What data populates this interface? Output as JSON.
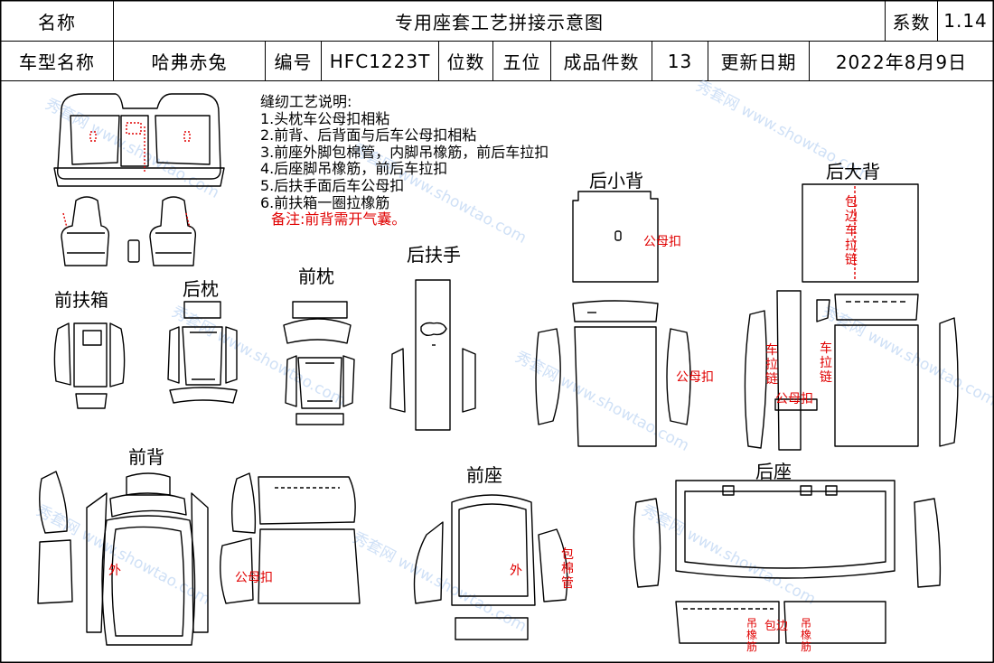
{
  "header": {
    "name_label": "名称",
    "title": "专用座套工艺拼接示意图",
    "coef_label": "系数",
    "coef_value": "1.14",
    "model_label": "车型名称",
    "model_value": "哈弗赤兔",
    "code_label": "编号",
    "code_value": "HFC1223T",
    "seats_label": "位数",
    "seats_value": "五位",
    "pieces_label": "成品件数",
    "pieces_value": "13",
    "date_label": "更新日期",
    "date_value": "2022年8月9日"
  },
  "notes": {
    "heading": "缝纫工艺说明:",
    "items": [
      "1.头枕车公母扣相粘",
      "2.前背、后背面与后车公母扣相粘",
      "3.前座外脚包棉管，内脚吊橡筋，前后车拉扣",
      "4.后座脚吊橡筋，前后车拉扣",
      "5.后扶手面后车公母扣",
      "6.前扶箱一圈拉橡筋"
    ],
    "remark": "备注:前背需开气囊。"
  },
  "sections": {
    "front_armbox": "前扶箱",
    "rear_headrest": "后枕",
    "front_headrest": "前枕",
    "rear_armrest": "后扶手",
    "rear_small_back": "后小背",
    "rear_big_back": "后大背",
    "front_back": "前背",
    "front_seat": "前座",
    "rear_seat": "后座"
  },
  "annotations": {
    "snap_small_back": "公母扣",
    "snap_mid": "公母扣",
    "wrap_zipper": "包边车拉链",
    "zipper_left": "车拉链",
    "zipper_right": "车拉链",
    "snap_big_back": "公母扣",
    "outer_back": "外",
    "snap_front_back": "公母扣",
    "outer_seat": "外",
    "cotton_tube": "包棉管",
    "elastic_left": "吊橡筋",
    "wrap_edge": "包边",
    "elastic_right": "吊橡筋"
  },
  "watermarks": [
    "秀套网 www.showtao.com"
  ]
}
